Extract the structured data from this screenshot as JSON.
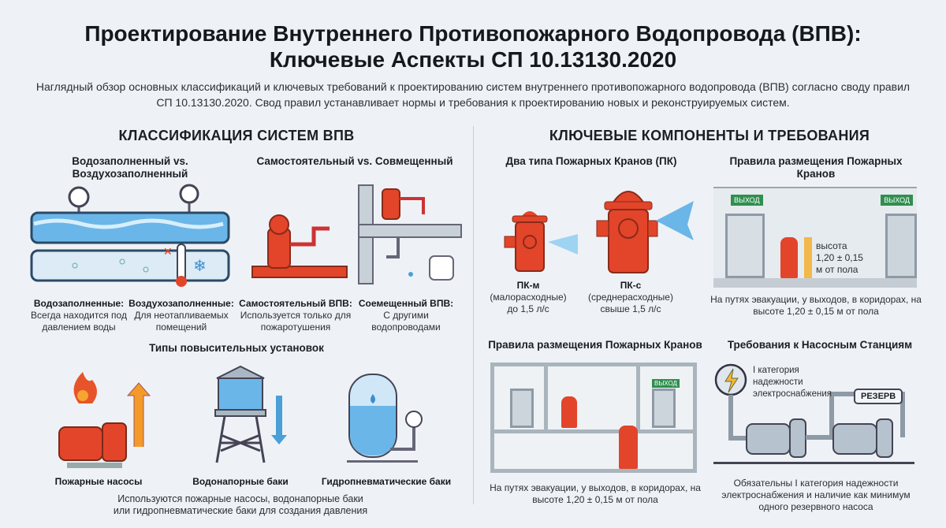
{
  "title": [
    "Проектирование Внутреннего Противопожарного Водопровода (ВПВ):",
    "Ключевые Аспекты СП 10.13130.2020"
  ],
  "subtitle": "Наглядный обзор основных классификаций и ключевых требований к проектированию систем внутреннего противопожарного водопровода (ВПВ) согласно своду правил СП 10.13130.2020. Свод правил устанавливает нормы и требования к проектированию новых и реконструируемых систем.",
  "left": {
    "heading": "КЛАССИФИКАЦИЯ СИСТЕМ ВПВ",
    "water_air": {
      "title": "Водозаполненный vs. Воздухозаполненный",
      "items": [
        {
          "label": "Водозаполненные:",
          "text": "Всегда находится под давлением воды"
        },
        {
          "label": "Воздухозаполненные:",
          "text": "Для неотапливаемых помещений"
        }
      ]
    },
    "standalone": {
      "title": "Самостоятельный vs. Совмещенный",
      "items": [
        {
          "label": "Самостоятельный ВПВ:",
          "text": "Используется только для пожаротушения"
        },
        {
          "label": "Соемещенный ВПВ:",
          "text": "С другими водопроводами"
        }
      ]
    },
    "boosters": {
      "title": "Типы повысительных установок",
      "items": [
        "Пожарные насосы",
        "Водонапорные баки",
        "Гидропневматические баки"
      ],
      "note": "Используются пожарные насосы, водонапорные баки или гидропневматические баки для создания давления"
    }
  },
  "right": {
    "heading": "КЛЮЧЕВЫЕ КОМПОНЕНТЫ И ТРЕБОВАНИЯ",
    "hydrants": {
      "title": "Два типа Пожарных Кранов (ПК)",
      "items": [
        {
          "name": "ПК-м",
          "type": "(малорасходные)",
          "flow": "до 1,5 л/с"
        },
        {
          "name": "ПК-с",
          "type": "(среднерасходные)",
          "flow": "свыше 1,5 л/с"
        }
      ]
    },
    "placement1": {
      "title": "Правила размещения Пожарных Кранов",
      "exit": "ВЫХОД",
      "height_label": "высота 1,20 ± 0,15 м от пола",
      "text": "На путях эвакуации, у выходов, в коридорах, на высоте 1,20 ± 0,15 м от пола"
    },
    "placement2": {
      "title": "Правила размещения Пожарных Кранов",
      "exit": "ВЫХОД",
      "text": "На путях эвакуации, у выходов, в коридорах, на высоте 1,20 ± 0,15 м от пола"
    },
    "pumps": {
      "title": "Требования к Насосным Станциям",
      "power": "I категория надежности электроснабжения",
      "reserve": "РЕЗЕРВ",
      "text": "Обязательны I категория надежности электроснабжения и наличие как минимум одного резервного насоса"
    }
  },
  "colors": {
    "red": "#e2452a",
    "blue": "#4a9fd8",
    "gray": "#8e9aa6",
    "green": "#2f8f4e",
    "orange": "#f39a2b"
  }
}
